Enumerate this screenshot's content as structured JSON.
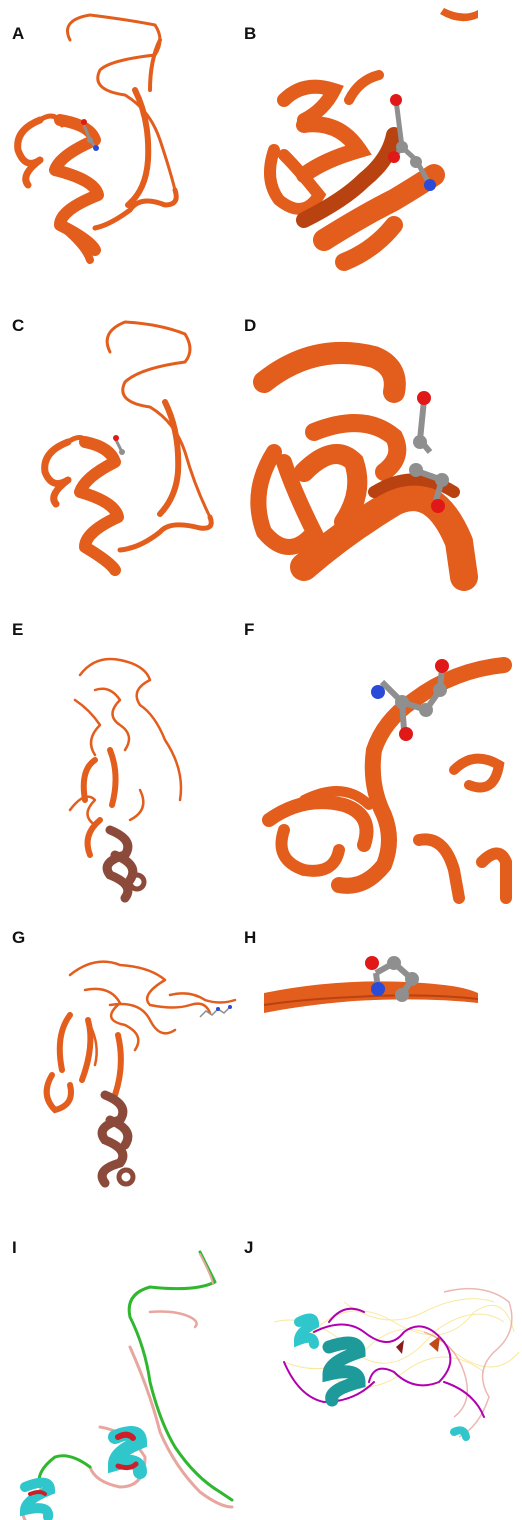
{
  "panels": [
    {
      "label": "A"
    },
    {
      "label": "B"
    },
    {
      "label": "C"
    },
    {
      "label": "D"
    },
    {
      "label": "E"
    },
    {
      "label": "F"
    },
    {
      "label": "G"
    },
    {
      "label": "H"
    },
    {
      "label": "I"
    },
    {
      "label": "J"
    }
  ],
  "colors": {
    "ribbon": "#e35d1c",
    "ribbon_dark": "#b84210",
    "ribbon_brown": "#8c4a3a",
    "carbon": "#8f8f8f",
    "oxygen": "#e01818",
    "nitrogen": "#2a4ad8",
    "helix_cyan": "#2fc6cc",
    "coil_pink": "#e8a6a0",
    "coil_green": "#2fb82f",
    "magenta": "#b000b0",
    "yellow": "#f5d64a"
  }
}
